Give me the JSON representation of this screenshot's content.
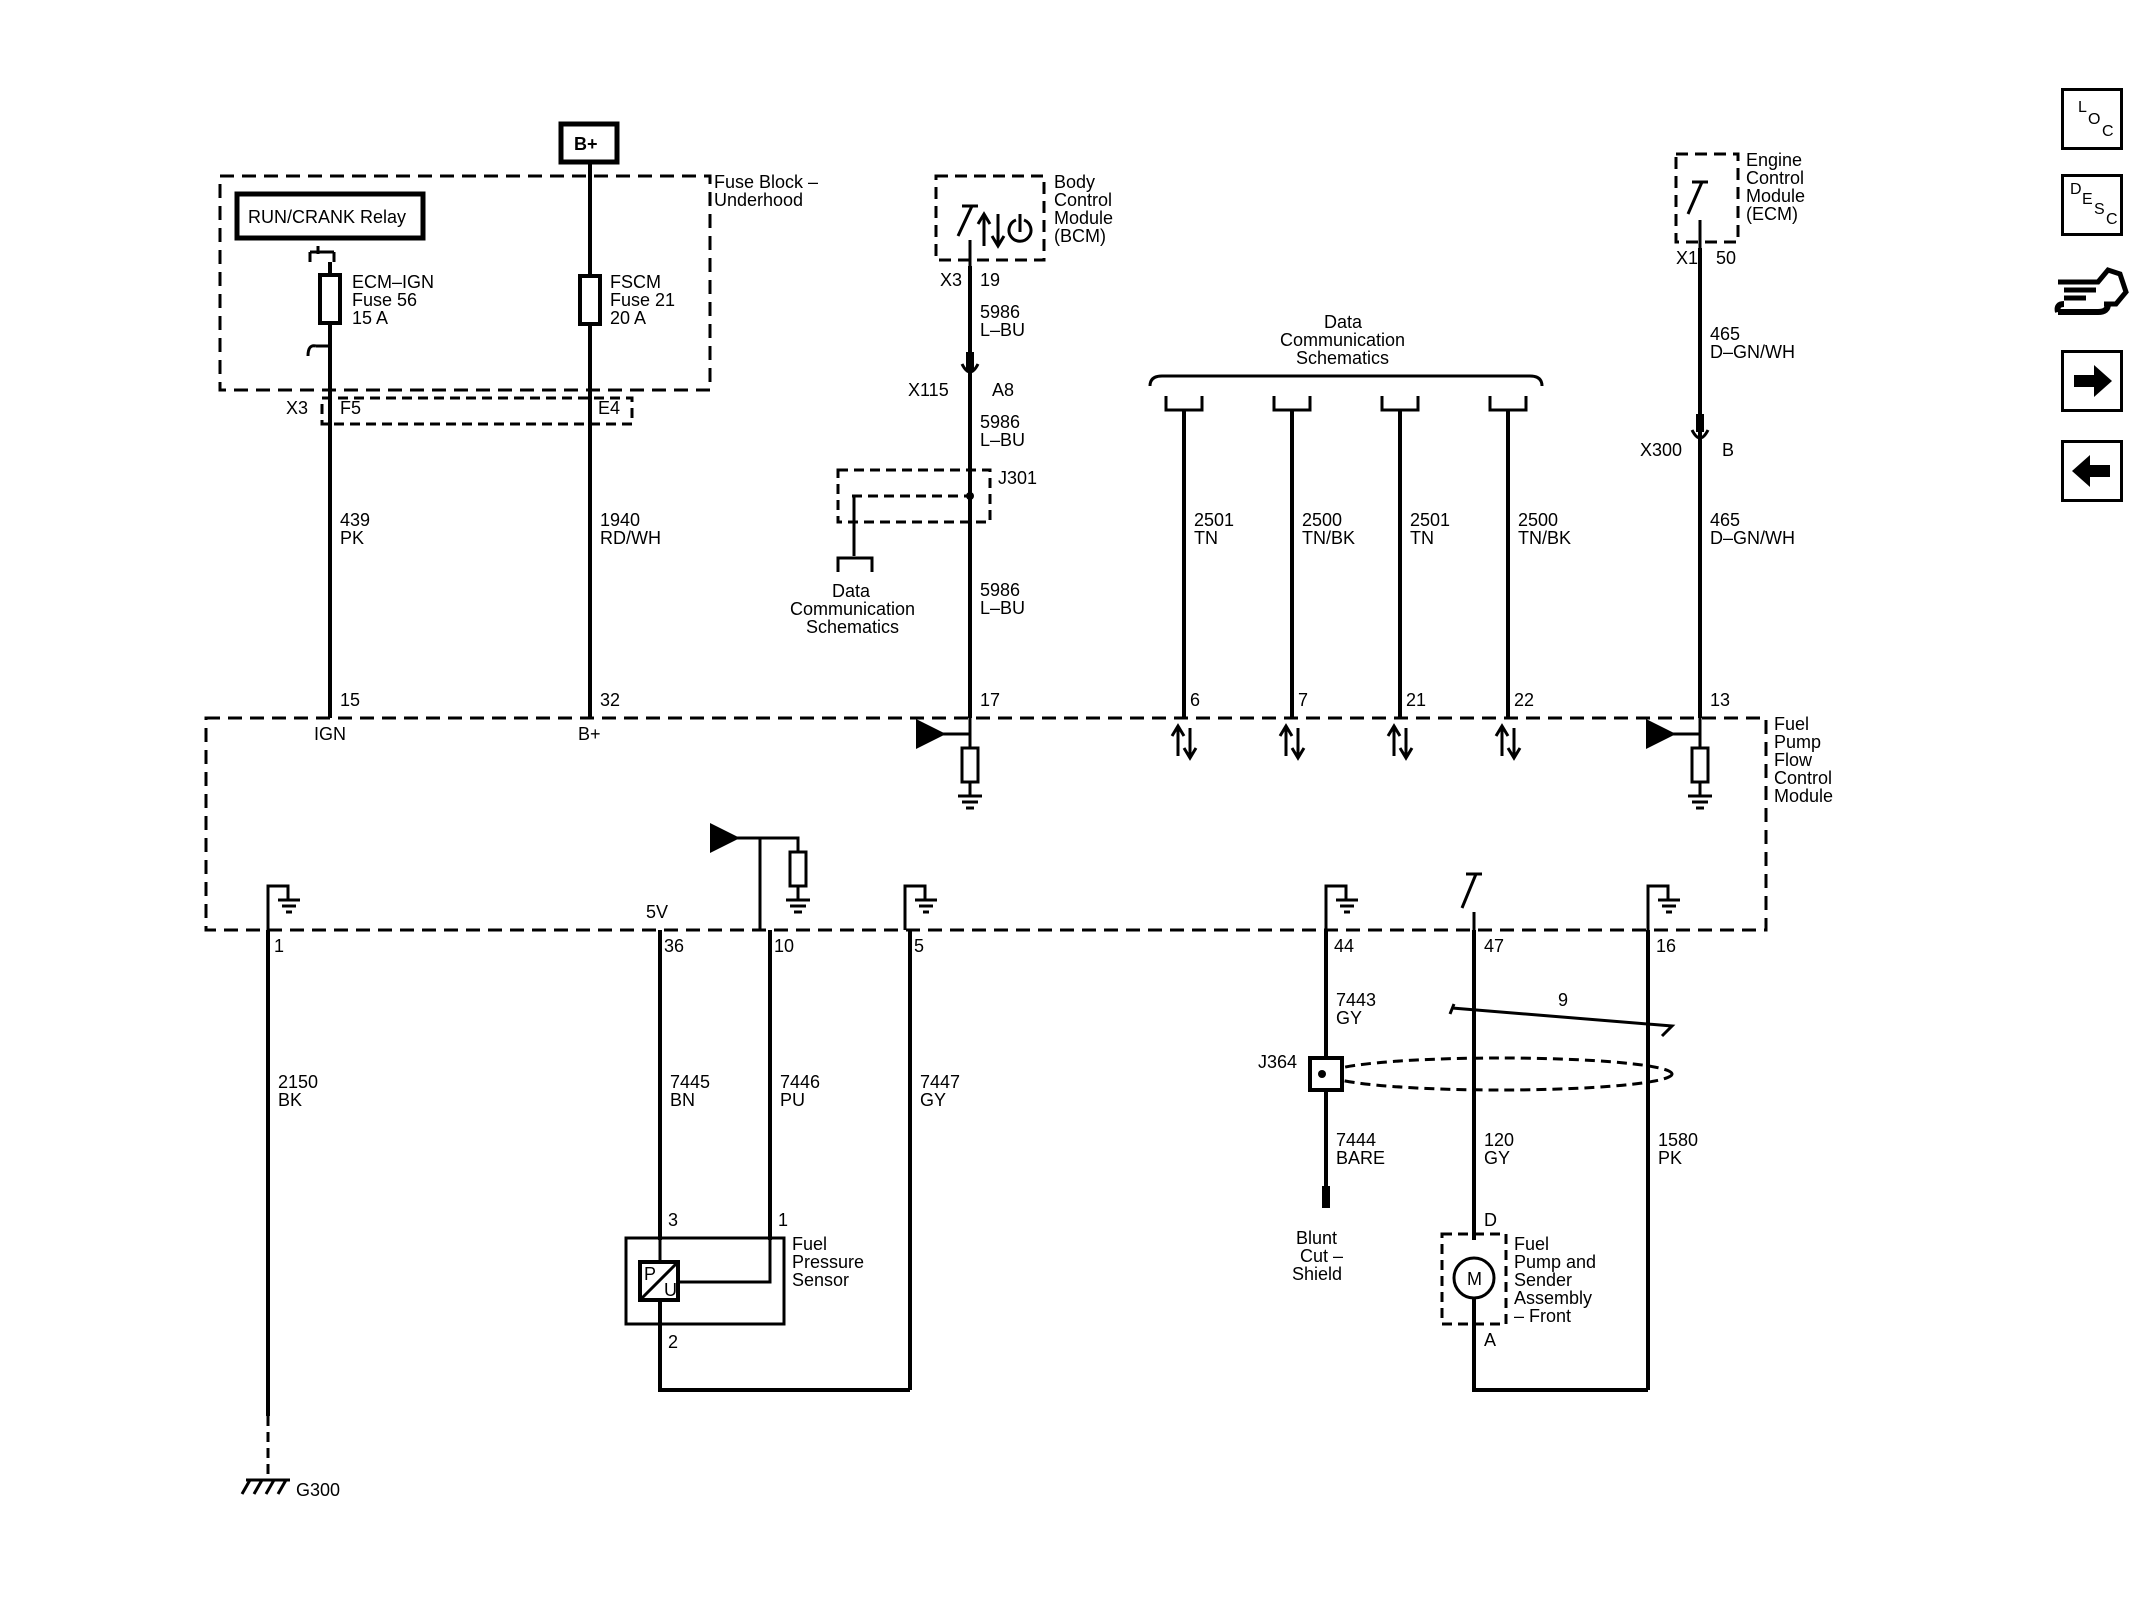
{
  "buttons": {
    "loc": [
      "L",
      "O",
      "C"
    ],
    "desc": [
      "D",
      "E",
      "S",
      "C"
    ],
    "hand_tool_icon": "hand-wrench-icon",
    "forward_icon": "arrow-right-icon",
    "back_icon": "arrow-left-icon"
  },
  "labels": {
    "bplus_top": "B+",
    "run_crank_relay": "RUN/CRANK Relay",
    "fuse_block": [
      "Fuse Block –",
      "Underhood"
    ],
    "ecm_ign": [
      "ECM–IGN",
      "Fuse 56",
      "15 A"
    ],
    "fscm": [
      "FSCM",
      "Fuse 21",
      "20 A"
    ],
    "x3_left": "X3",
    "f5": "F5",
    "e4": "E4",
    "wire_439": [
      "439",
      "PK"
    ],
    "wire_1940": [
      "1940",
      "RD/WH"
    ],
    "bcm": [
      "Body",
      "Control",
      "Module",
      "(BCM)"
    ],
    "x3_bcm": "X3",
    "pin_19": "19",
    "wire_5986_a": [
      "5986",
      "L–BU"
    ],
    "x115": "X115",
    "a8": "A8",
    "wire_5986_b": [
      "5986",
      "L–BU"
    ],
    "j301": "J301",
    "data_comm_left": [
      "Data",
      "Communication",
      "Schematics"
    ],
    "wire_5986_c": [
      "5986",
      "L–BU"
    ],
    "data_comm_top": [
      "Data",
      "Communication",
      "Schematics"
    ],
    "wire_2501_a": [
      "2501",
      "TN"
    ],
    "wire_2500_a": [
      "2500",
      "TN/BK"
    ],
    "wire_2501_b": [
      "2501",
      "TN"
    ],
    "wire_2500_b": [
      "2500",
      "TN/BK"
    ],
    "ecm": [
      "Engine",
      "Control",
      "Module",
      "(ECM)"
    ],
    "x1": "X1",
    "pin_50": "50",
    "wire_465_a": [
      "465",
      "D–GN/WH"
    ],
    "x300": "X300",
    "pin_b": "B",
    "wire_465_b": [
      "465",
      "D–GN/WH"
    ],
    "pins_top": [
      "15",
      "32",
      "17",
      "6",
      "7",
      "21",
      "22",
      "13"
    ],
    "ign": "IGN",
    "bplus_module": "B+",
    "fpfcm": [
      "Fuel",
      "Pump",
      "Flow",
      "Control",
      "Module"
    ],
    "five_v": "5V",
    "pins_bottom": [
      "1",
      "36",
      "10",
      "5",
      "44",
      "47",
      "16"
    ],
    "wire_2150": [
      "2150",
      "BK"
    ],
    "wire_7445": [
      "7445",
      "BN"
    ],
    "wire_7446": [
      "7446",
      "PU"
    ],
    "wire_7447": [
      "7447",
      "GY"
    ],
    "wire_7443": [
      "7443",
      "GY"
    ],
    "nine": "9",
    "j364": "J364",
    "wire_7444": [
      "7444",
      "BARE"
    ],
    "wire_120": [
      "120",
      "GY"
    ],
    "wire_1580": [
      "1580",
      "PK"
    ],
    "sensor_pin3": "3",
    "sensor_pin1": "1",
    "sensor_pin2": "2",
    "sensor_p": "P",
    "sensor_u": "U",
    "fuel_pressure_sensor": [
      "Fuel",
      "Pressure",
      "Sensor"
    ],
    "blunt_cut": [
      "Blunt",
      "Cut –",
      "Shield"
    ],
    "pump_d": "D",
    "pump_a": "A",
    "motor_m": "M",
    "fuel_pump_assembly": [
      "Fuel",
      "Pump and",
      "Sender",
      "Assembly",
      "– Front"
    ],
    "g300": "G300"
  }
}
